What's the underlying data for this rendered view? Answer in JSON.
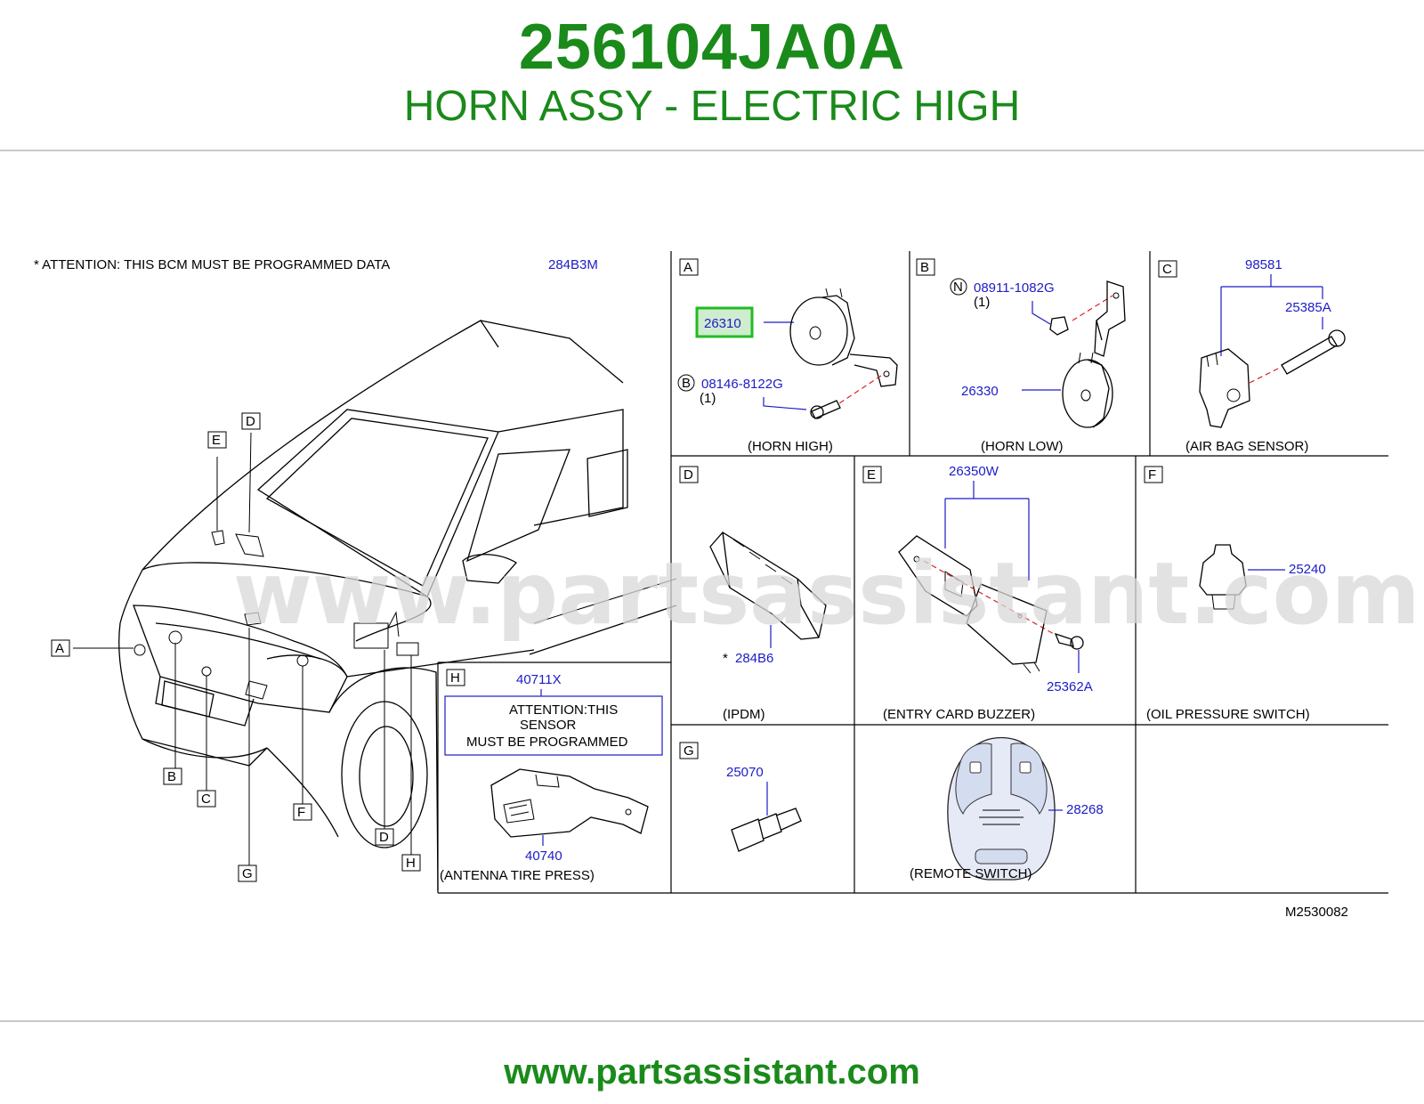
{
  "header": {
    "part_number": "256104JA0A",
    "part_title": "HORN ASSY - ELECTRIC HIGH"
  },
  "footer": {
    "url": "www.partsassistant.com"
  },
  "diagram": {
    "watermark": "www.partsassistant.com",
    "attention_note": "*  ATTENTION:  THIS  BCM  MUST  BE  PROGRAMMED  DATA",
    "bcm_part": "284B3M",
    "figure_code": "M2530082",
    "vehicle_callouts": [
      "A",
      "B",
      "C",
      "D",
      "E",
      "F",
      "G",
      "H",
      "D"
    ],
    "highlight_color": "#22bb22",
    "panels": {
      "A": {
        "letter": "A",
        "caption": "(HORN   HIGH)",
        "part_main": "26310",
        "bolt_symbol": "B",
        "bolt_part": "08146-8122G",
        "bolt_qty": "(1)"
      },
      "B": {
        "letter": "B",
        "caption": "(HORN   LOW)",
        "nut_symbol": "N",
        "nut_part": "08911-1082G",
        "nut_qty": "(1)",
        "part_main": "26330"
      },
      "C": {
        "letter": "C",
        "caption": "(AIR   BAG   SENSOR)",
        "part_group": "98581",
        "part_bolt": "25385A"
      },
      "D": {
        "letter": "D",
        "caption": "(IPDM)",
        "part_main": "284B6",
        "star": "*"
      },
      "E": {
        "letter": "E",
        "caption": "(ENTRY   CARD   BUZZER)",
        "part_main": "26350W",
        "part_bolt": "25362A"
      },
      "F": {
        "letter": "F",
        "caption": "(OIL   PRESSURE   SWITCH)",
        "part_main": "25240"
      },
      "G": {
        "letter": "G",
        "part_main": "25070"
      },
      "R": {
        "caption": "(REMOTE   SWITCH)",
        "part_main": "28268"
      },
      "H": {
        "letter": "H",
        "caption": "(ANTENNA   TIRE   PRESS)",
        "part_top": "40711X",
        "part_bottom": "40740",
        "note_line1": "ATTENTION:THIS",
        "note_line2": "SENSOR",
        "note_line3": "MUST   BE   PROGRAMMED"
      }
    }
  }
}
